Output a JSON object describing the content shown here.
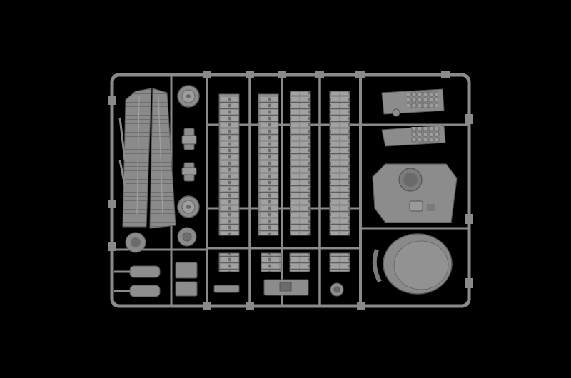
{
  "image": {
    "subject": "sprue",
    "colors": {
      "background": "#000000",
      "plastic": "#8a8a8a",
      "plastic_light": "#9c9c9c",
      "plastic_dark": "#6a6a6a",
      "shadow": "#4d4d4d"
    },
    "counts": {
      "long_track_runs": 4,
      "short_track_segments": 4,
      "road_wheels": 2
    }
  }
}
